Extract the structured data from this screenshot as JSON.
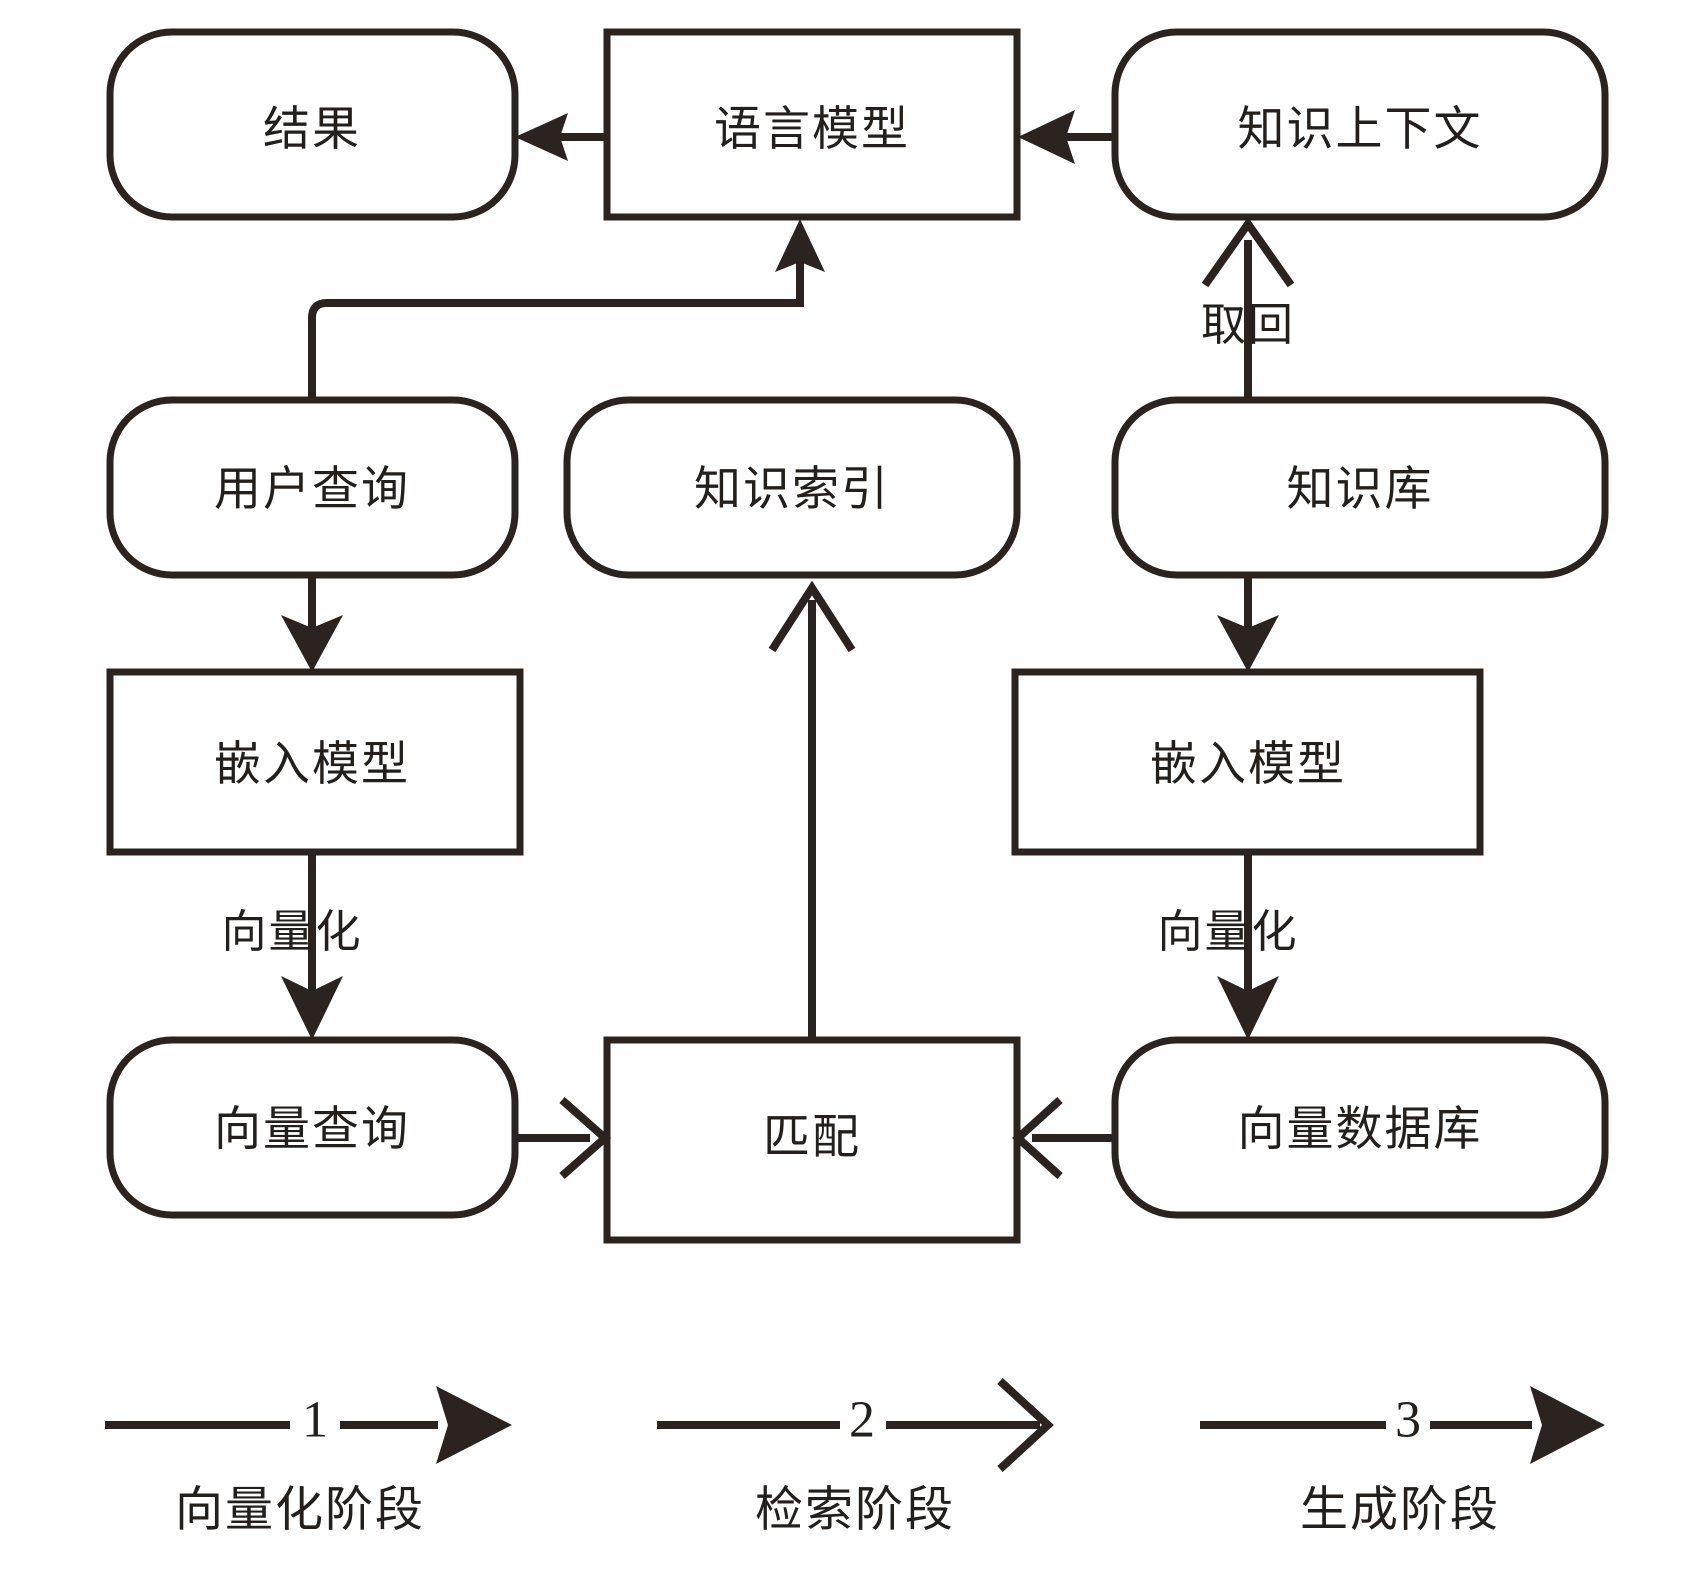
{
  "diagram": {
    "title": "RAG 检索增强生成流程图",
    "background_color": "#ffffff",
    "line_color": "#2b2320",
    "text_color": "#231f1c",
    "nodes": {
      "result": {
        "label": "结果",
        "shape": "rounded-rect"
      },
      "language_model": {
        "label": "语言模型",
        "shape": "rect"
      },
      "knowledge_context": {
        "label": "知识上下文",
        "shape": "rounded-rect"
      },
      "user_query": {
        "label": "用户查询",
        "shape": "rounded-rect"
      },
      "knowledge_index": {
        "label": "知识索引",
        "shape": "rounded-rect"
      },
      "knowledge_base": {
        "label": "知识库",
        "shape": "rounded-rect"
      },
      "embedding_model_left": {
        "label": "嵌入模型",
        "shape": "rect"
      },
      "embedding_model_right": {
        "label": "嵌入模型",
        "shape": "rect"
      },
      "vector_query": {
        "label": "向量查询",
        "shape": "rounded-rect"
      },
      "match": {
        "label": "匹配",
        "shape": "rect"
      },
      "vector_database": {
        "label": "向量数据库",
        "shape": "rounded-rect"
      }
    },
    "edge_labels": {
      "retrieve": "取回",
      "vectorize_left": "向量化",
      "vectorize_right": "向量化"
    },
    "stages": [
      {
        "number": "1",
        "label": "向量化阶段",
        "arrow_head": "solid"
      },
      {
        "number": "2",
        "label": "检索阶段",
        "arrow_head": "open"
      },
      {
        "number": "3",
        "label": "生成阶段",
        "arrow_head": "solid"
      }
    ]
  }
}
